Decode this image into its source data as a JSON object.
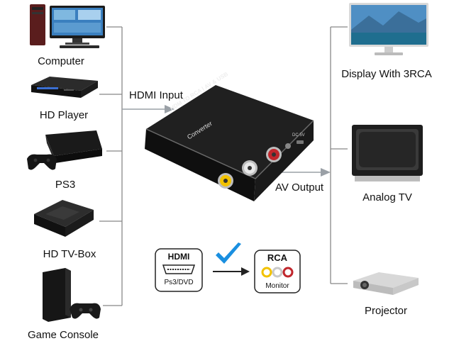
{
  "sources": [
    {
      "label": "Computer",
      "icon": "computer-icon"
    },
    {
      "label": "HD Player",
      "icon": "bluray-player-icon"
    },
    {
      "label": "PS3",
      "icon": "ps3-icon"
    },
    {
      "label": "HD TV-Box",
      "icon": "tv-box-icon"
    },
    {
      "label": "Game Console",
      "icon": "game-console-icon"
    }
  ],
  "outputs": [
    {
      "label": "Display With 3RCA",
      "icon": "display-icon"
    },
    {
      "label": "Analog TV",
      "icon": "analog-tv-icon"
    },
    {
      "label": "Projector",
      "icon": "projector-icon"
    }
  ],
  "arrows": {
    "input_label": "HDMI Input",
    "output_label": "AV Output"
  },
  "converter": {
    "top_text": "HDM TO RCA | AV & USB",
    "brand_text": "Converter",
    "port_label": "DC 5V",
    "icon": "converter-box-icon"
  },
  "legend": {
    "hdmi_title": "HDMI",
    "hdmi_sub": "Ps3/DVD",
    "rca_title": "RCA",
    "rca_sub": "Monitor",
    "check_icon": "checkmark-icon",
    "arrow_icon": "right-arrow-icon"
  },
  "colors": {
    "line": "#888888",
    "arrow": "#9aa0a6",
    "check": "#1a8fe0",
    "rca_yellow": "#f2c200",
    "rca_white": "#e9e9e9",
    "rca_red": "#c0262c"
  }
}
